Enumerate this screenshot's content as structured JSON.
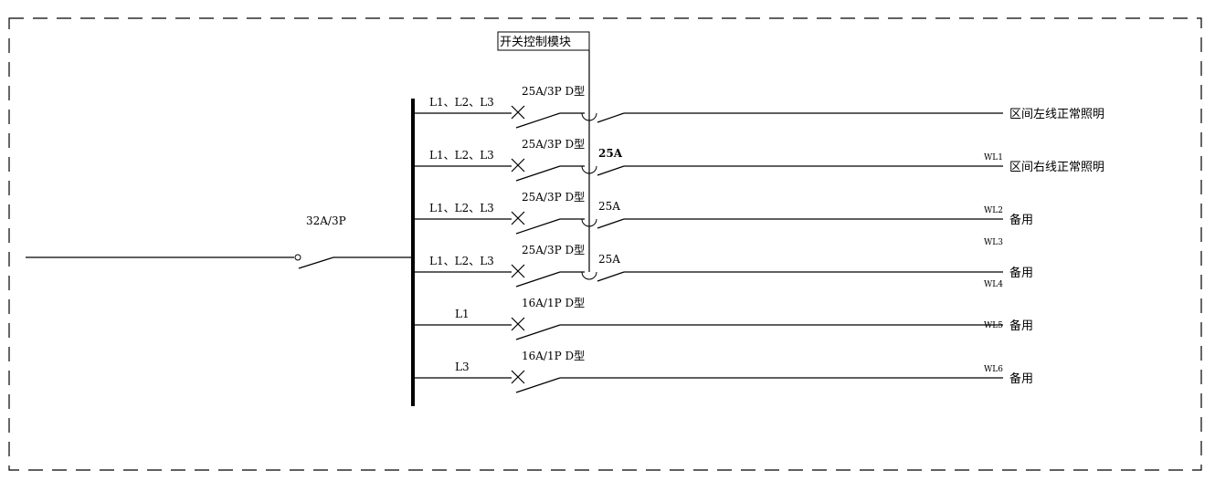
{
  "module_label": "开关控制模块",
  "main_breaker": {
    "rating": "32A/3P"
  },
  "circuits": [
    {
      "phase": "L1、L2、L3",
      "breaker": "25A/3P D型",
      "contactor": "",
      "wl": "",
      "wl_pos": "",
      "load": "区间左线正常照明",
      "controlled": true
    },
    {
      "phase": "L1、L2、L3",
      "breaker": "25A/3P D型",
      "contactor": "25A",
      "wl": "WL1",
      "wl_pos": "above",
      "load": "区间右线正常照明",
      "controlled": true
    },
    {
      "phase": "L1、L2、L3",
      "breaker": "25A/3P D型",
      "contactor": "25A",
      "wl": "WL2",
      "wl_pos": "above",
      "load": "备用",
      "controlled": true
    },
    {
      "phase": "L1、L2、L3",
      "breaker": "25A/3P D型",
      "contactor": "25A",
      "wl": "WL3",
      "wl_pos": "above-far",
      "load": "备用",
      "controlled": true,
      "wl_extra": "WL4"
    },
    {
      "phase": "L1",
      "breaker": "16A/1P D型",
      "contactor": "",
      "wl": "WL5",
      "wl_pos": "on",
      "load": "备用",
      "controlled": false
    },
    {
      "phase": "L3",
      "breaker": "16A/1P D型",
      "contactor": "",
      "wl": "WL6",
      "wl_pos": "above",
      "load": "备用",
      "controlled": false
    }
  ]
}
